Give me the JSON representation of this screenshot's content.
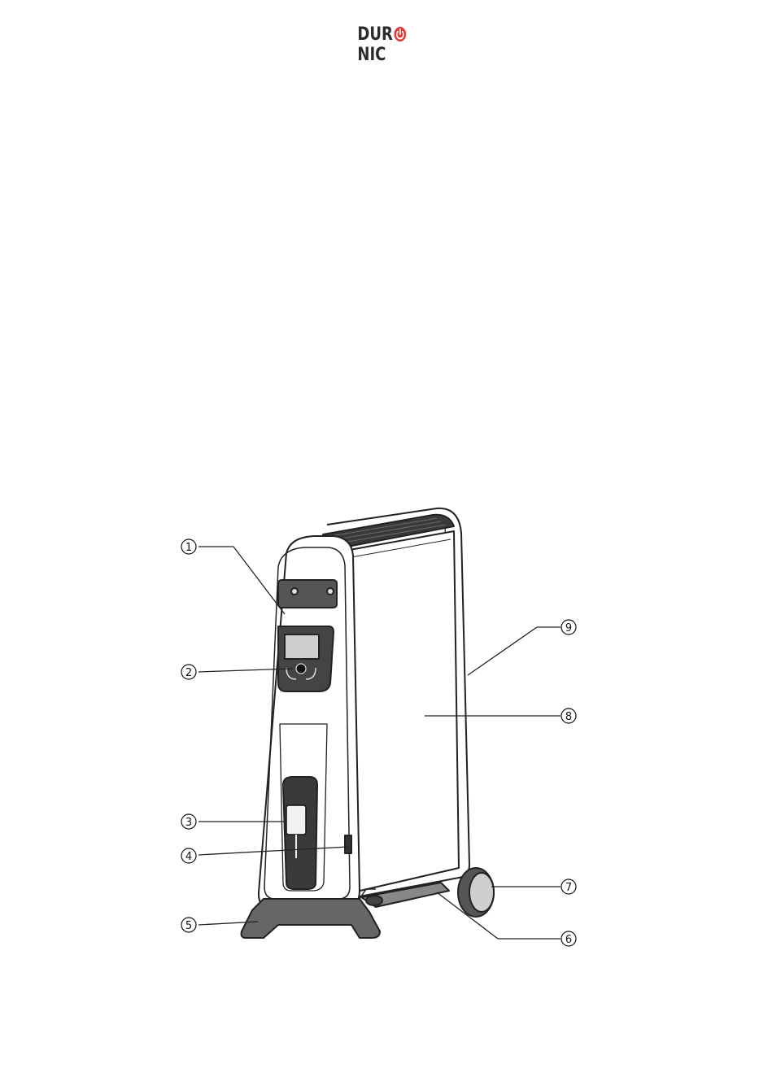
{
  "logo": {
    "before": "DUR",
    "after": "NIC",
    "power_icon": "power-icon",
    "accent_color": "#e53935"
  },
  "callouts": [
    "1",
    "2",
    "3",
    "4",
    "5",
    "6",
    "7",
    "8",
    "9"
  ]
}
